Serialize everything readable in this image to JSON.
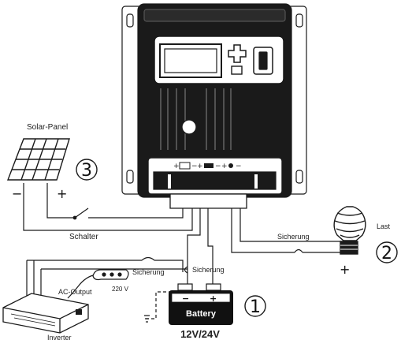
{
  "labels": {
    "solar_panel": "Solar-Panel",
    "switch": "Schalter",
    "fuse_load": "Sicherung",
    "load": "Last",
    "fuse_battery": "Sicherung",
    "fuse_inverter": "Sicherung",
    "ac_output": "AC-Output",
    "ac_voltage": "220 V",
    "inverter": "Inverter",
    "battery": "Battery",
    "battery_voltage": "12V/24V"
  },
  "callouts": {
    "solar": "3",
    "load": "2",
    "battery": "1"
  },
  "terminal_marks": {
    "minus": "−",
    "plus": "+"
  },
  "colors": {
    "line": "#1a1a1a",
    "background": "#ffffff",
    "battery_body": "#111111",
    "battery_text": "#ffffff"
  }
}
